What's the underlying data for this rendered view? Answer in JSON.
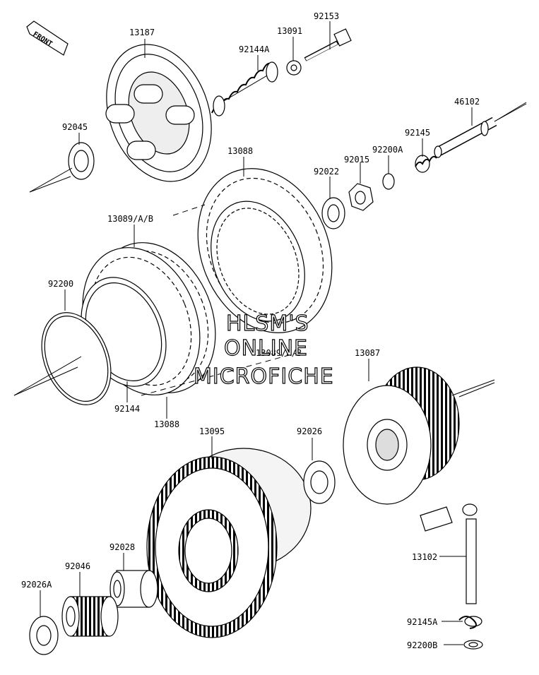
{
  "front_badge": "FRONT",
  "watermark": [
    "HLSM'S",
    "ONLINE",
    "MICROFICHE"
  ],
  "labels": {
    "p13187": "13187",
    "p92144A": "92144A",
    "p13091": "13091",
    "p92153": "92153",
    "p46102": "46102",
    "p92045": "92045",
    "p92145": "92145",
    "p92200A": "92200A",
    "p92015": "92015",
    "p92022": "92022",
    "p13088top": "13088",
    "p13089AB_1": "13089/A/B",
    "p92200": "92200",
    "p13089AB_2": "13089/A/B",
    "p13087": "13087",
    "p92144": "92144",
    "p13088bottom": "13088",
    "p13095": "13095",
    "p92026": "92026",
    "p92028": "92028",
    "p92046": "92046",
    "p92026A": "92026A",
    "p13102": "13102",
    "p92145A": "92145A",
    "p92200B": "92200B"
  }
}
